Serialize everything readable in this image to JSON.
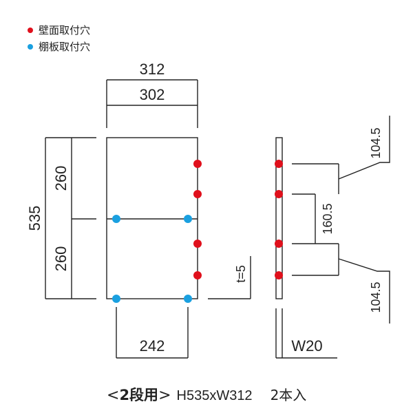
{
  "legend": {
    "wall_hole": {
      "label": "壁面取付穴",
      "color": "#e0101c"
    },
    "shelf_hole": {
      "label": "棚板取付穴",
      "color": "#1aa0e0"
    }
  },
  "dimensions": {
    "outer_width": "312",
    "inner_width": "302",
    "total_height": "535",
    "upper_section": "260",
    "lower_section": "260",
    "bottom_span": "242",
    "thickness": "t=5",
    "top_offset": "104.5",
    "mid_span": "160.5",
    "bottom_offset": "104.5",
    "width_side": "W20"
  },
  "caption": {
    "open_bracket": "<",
    "title": "2段用",
    "close_bracket": ">",
    "spec": "H535xW312",
    "count": "2本入"
  }
}
